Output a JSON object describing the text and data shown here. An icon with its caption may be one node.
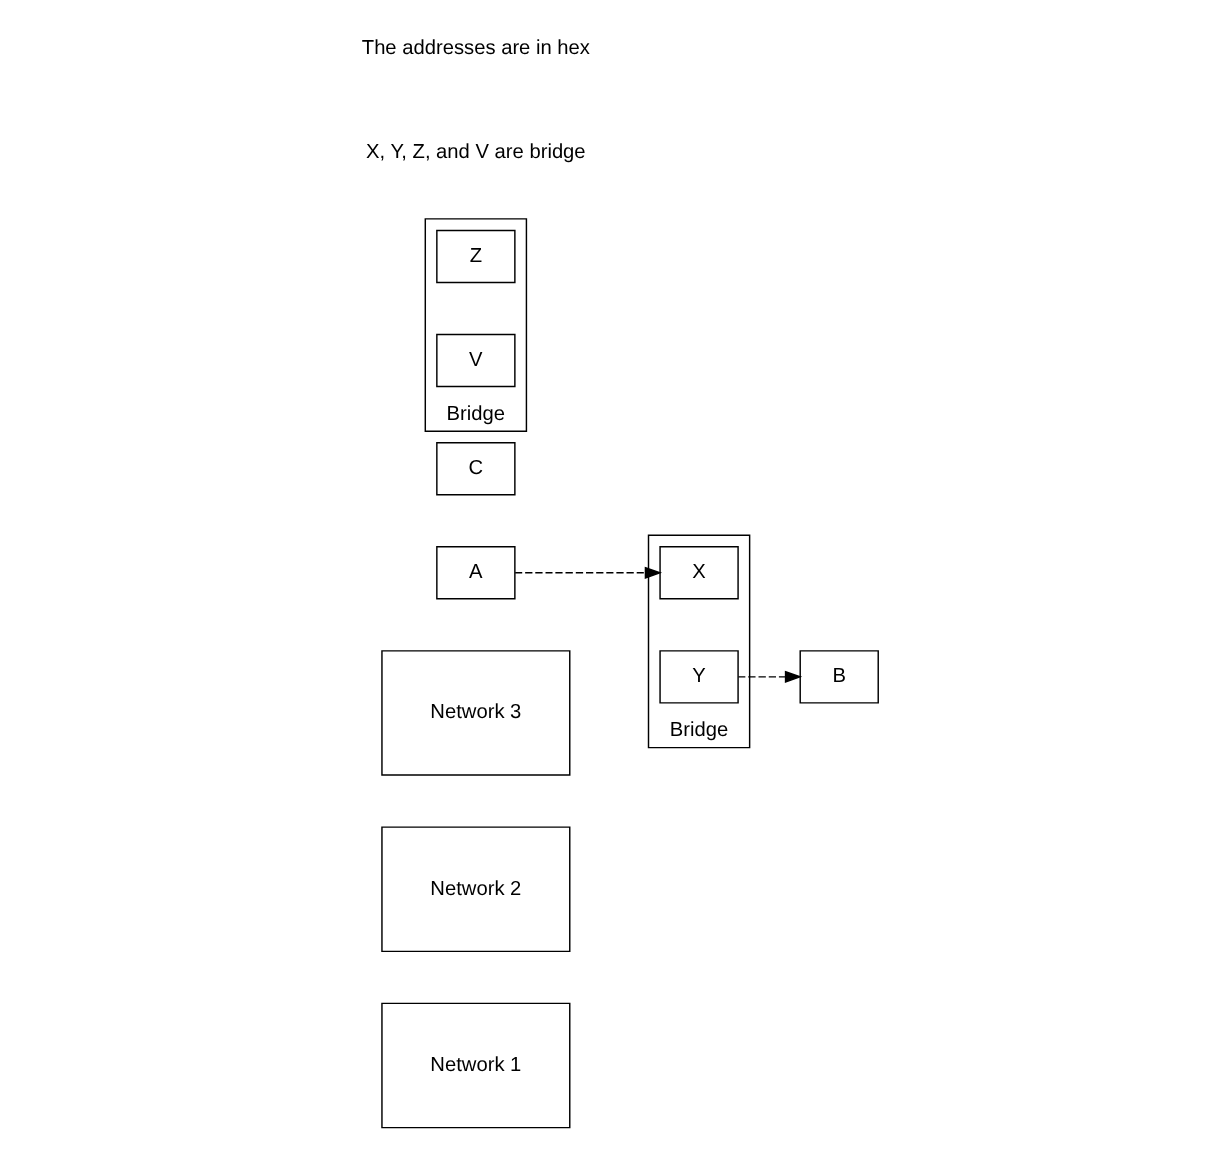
{
  "diagram": {
    "nodes": [
      {
        "text": [
          "Network 1"
        ]
      },
      {
        "text": [
          "Network 2"
        ]
      },
      {
        "text": [
          "Network 3"
        ]
      },
      {
        "text": [
          "A"
        ]
      },
      {
        "text": [
          "B"
        ]
      },
      {
        "text": [
          "C"
        ]
      },
      {
        "text": [
          "Bridge"
        ]
      },
      {
        "text": [
          "X"
        ],
        "in": 6
      },
      {
        "text": [
          "Y"
        ],
        "in": 6
      },
      {
        "text": [
          "Bridge"
        ]
      },
      {
        "text": [
          "Z"
        ],
        "in": 9
      },
      {
        "text": [
          "V"
        ],
        "in": 9
      }
    ],
    "edges": [
      {
        "from": 3,
        "to": 7,
        "arrow": "to",
        "style": "dashed"
      },
      {
        "from": 8,
        "to": 4,
        "arrow": "to",
        "style": "dashed"
      }
    ],
    "labels": [
      "X, Y, Z, and V are bridge",
      "The addresses are in hex"
    ]
  }
}
